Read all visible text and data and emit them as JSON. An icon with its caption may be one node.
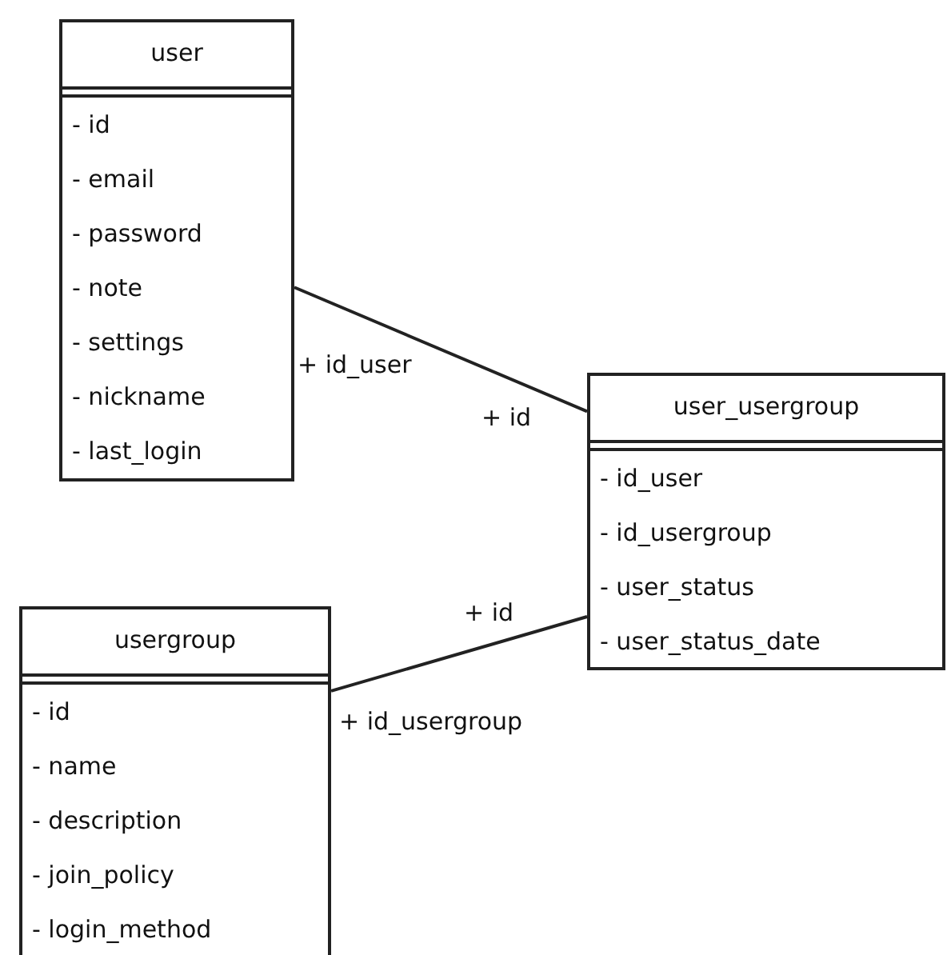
{
  "diagram": {
    "nodes": [
      {
        "text": [
          "user",
          "- id",
          "- email",
          "- password",
          "- note",
          "- settings",
          "- nickname",
          "- last_login"
        ]
      },
      {
        "text": [
          "user_usergroup",
          "- id_user",
          "- id_usergroup",
          "- user_status",
          "- user_status_date"
        ]
      },
      {
        "text": [
          "usergroup",
          "- id",
          "- name",
          "- description",
          "- join_policy",
          "- login_method"
        ]
      }
    ],
    "edges": [
      {
        "from": 0,
        "to": 1,
        "arrow": "none"
      },
      {
        "from": 2,
        "to": 1,
        "arrow": "none"
      }
    ],
    "labels": [
      "+ id_user",
      "+ id",
      "+ id",
      "+ id_usergroup"
    ]
  }
}
